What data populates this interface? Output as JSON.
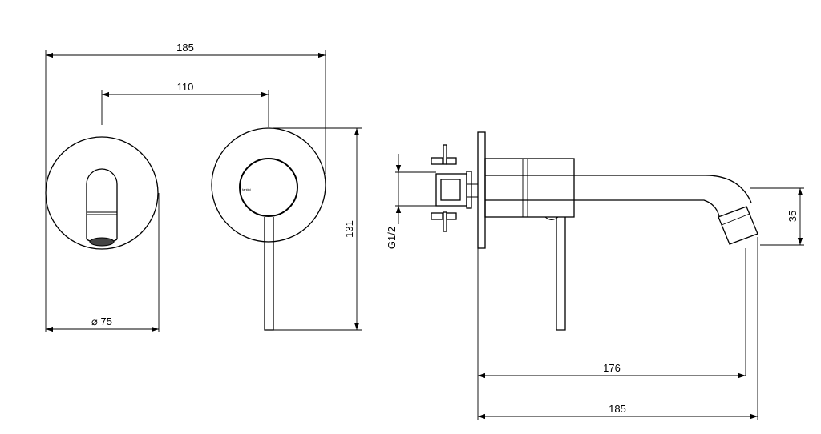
{
  "dimensions": {
    "front_total_width": "185",
    "front_center_distance": "110",
    "front_diameter": "⌀ 75",
    "front_height": "131",
    "side_thread": "G1/2",
    "side_outlet_drop": "35",
    "side_spout_reach": "176",
    "side_total_length": "185"
  },
  "brand_mark": "fantini",
  "colors": {
    "line": "#000000",
    "background": "#ffffff"
  }
}
